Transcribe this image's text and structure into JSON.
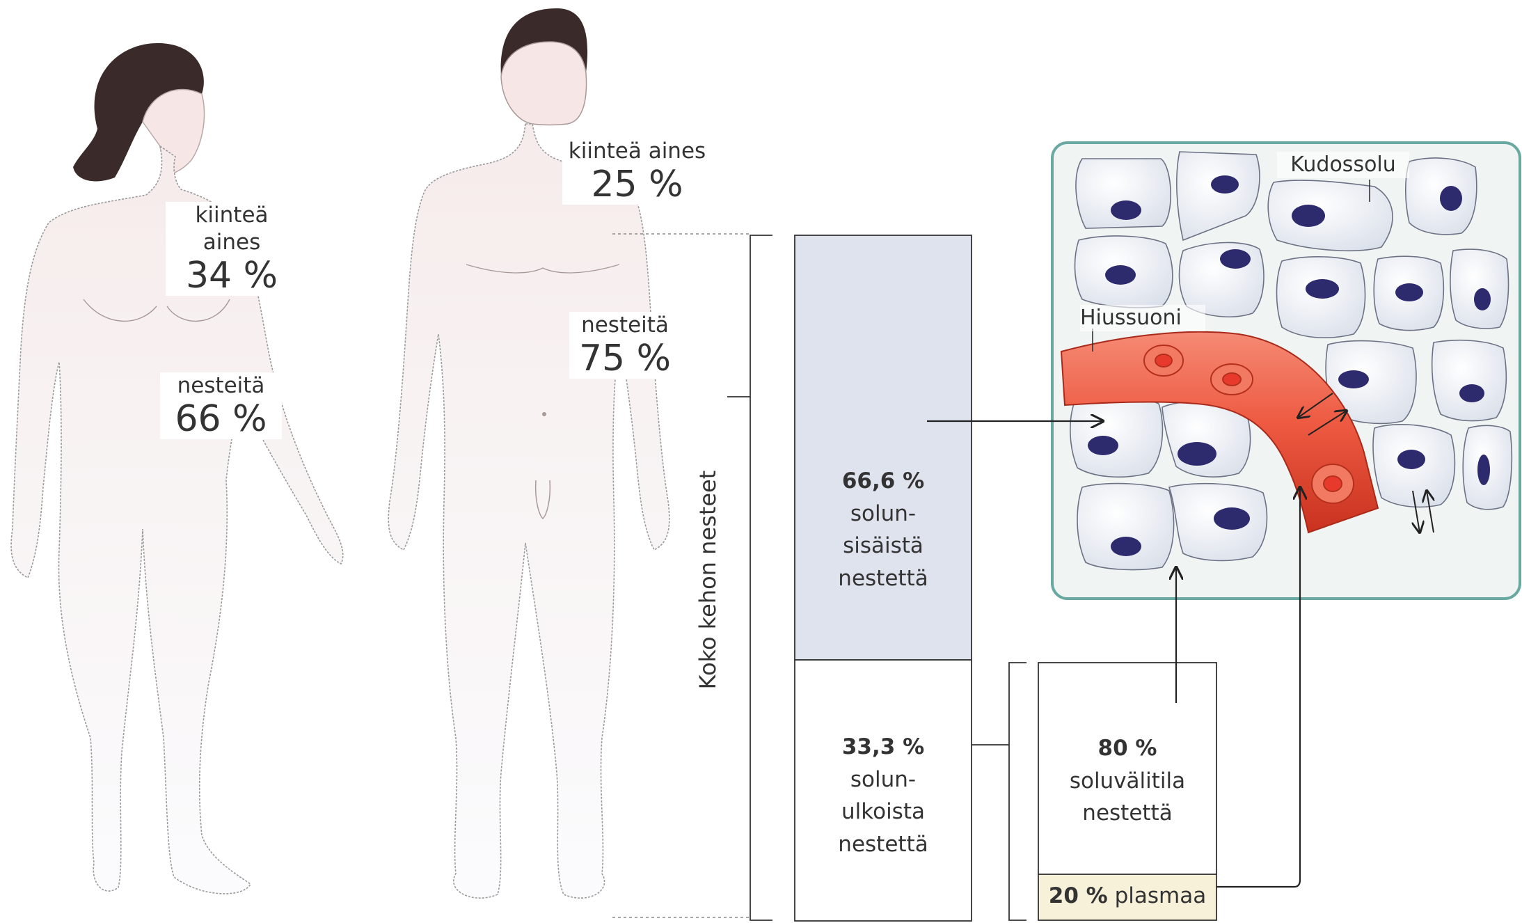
{
  "female": {
    "solid_label": "kiinteä aines",
    "solid_percent": "34 %",
    "fluid_label": "nesteitä",
    "fluid_percent": "66 %"
  },
  "male": {
    "solid_label": "kiinteä aines",
    "solid_percent": "25 %",
    "fluid_label": "nesteitä",
    "fluid_percent": "75 %"
  },
  "axis_label": "Koko kehon nesteet",
  "intracellular": {
    "percent": "66,6 %",
    "line1": "solun-",
    "line2": "sisäistä",
    "line3": "nestettä"
  },
  "extracellular": {
    "percent": "33,3 %",
    "line1": "solun-",
    "line2": "ulkoista",
    "line3": "nestettä"
  },
  "interstitial": {
    "percent": "80 %",
    "line1": "soluvälitila",
    "line2": "nestettä"
  },
  "plasma": {
    "percent": "20 %",
    "label": "plasmaa"
  },
  "tissue": {
    "cell_label": "Kudossolu",
    "capillary_label": "Hiussuoni"
  },
  "colors": {
    "intracellular_fill": "#dfe3ee",
    "plasma_fill": "#f6f1d8",
    "body_fill": "#f9f6f6",
    "tissue_border": "#6aa9a2",
    "tissue_fill": "#f0f5f3",
    "capillary": "#e3412e",
    "nucleus": "#2e2a6e"
  }
}
